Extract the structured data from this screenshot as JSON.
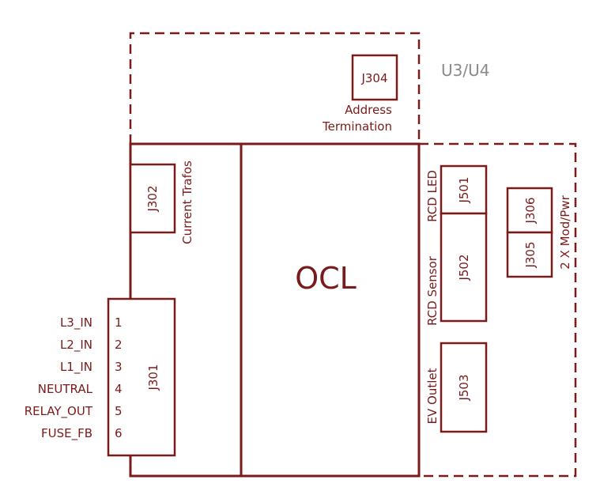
{
  "colors": {
    "line": "#7a1a1a",
    "variant_text": "#8a8a8a",
    "background": "#ffffff"
  },
  "variant_label": "U3/U4",
  "main_block": "OCL",
  "connectors": {
    "j304": {
      "id": "J304",
      "caption_line1": "Address",
      "caption_line2": "Termination"
    },
    "j302": {
      "id": "J302",
      "caption": "Current Trafos"
    },
    "j301": {
      "id": "J301"
    },
    "j501": {
      "id": "J501",
      "caption": "RCD LED"
    },
    "j502": {
      "id": "J502",
      "caption": "RCD Sensor"
    },
    "j503": {
      "id": "J503",
      "caption": "EV Outlet"
    },
    "j306": {
      "id": "J306"
    },
    "j305": {
      "id": "J305"
    },
    "mod_pwr_caption": "2 X Mod/Pwr"
  },
  "j301_pins": [
    {
      "label": "L3_IN",
      "num": "1"
    },
    {
      "label": "L2_IN",
      "num": "2"
    },
    {
      "label": "L1_IN",
      "num": "3"
    },
    {
      "label": "NEUTRAL",
      "num": "4"
    },
    {
      "label": "RELAY_OUT",
      "num": "5"
    },
    {
      "label": "FUSE_FB",
      "num": "6"
    }
  ]
}
